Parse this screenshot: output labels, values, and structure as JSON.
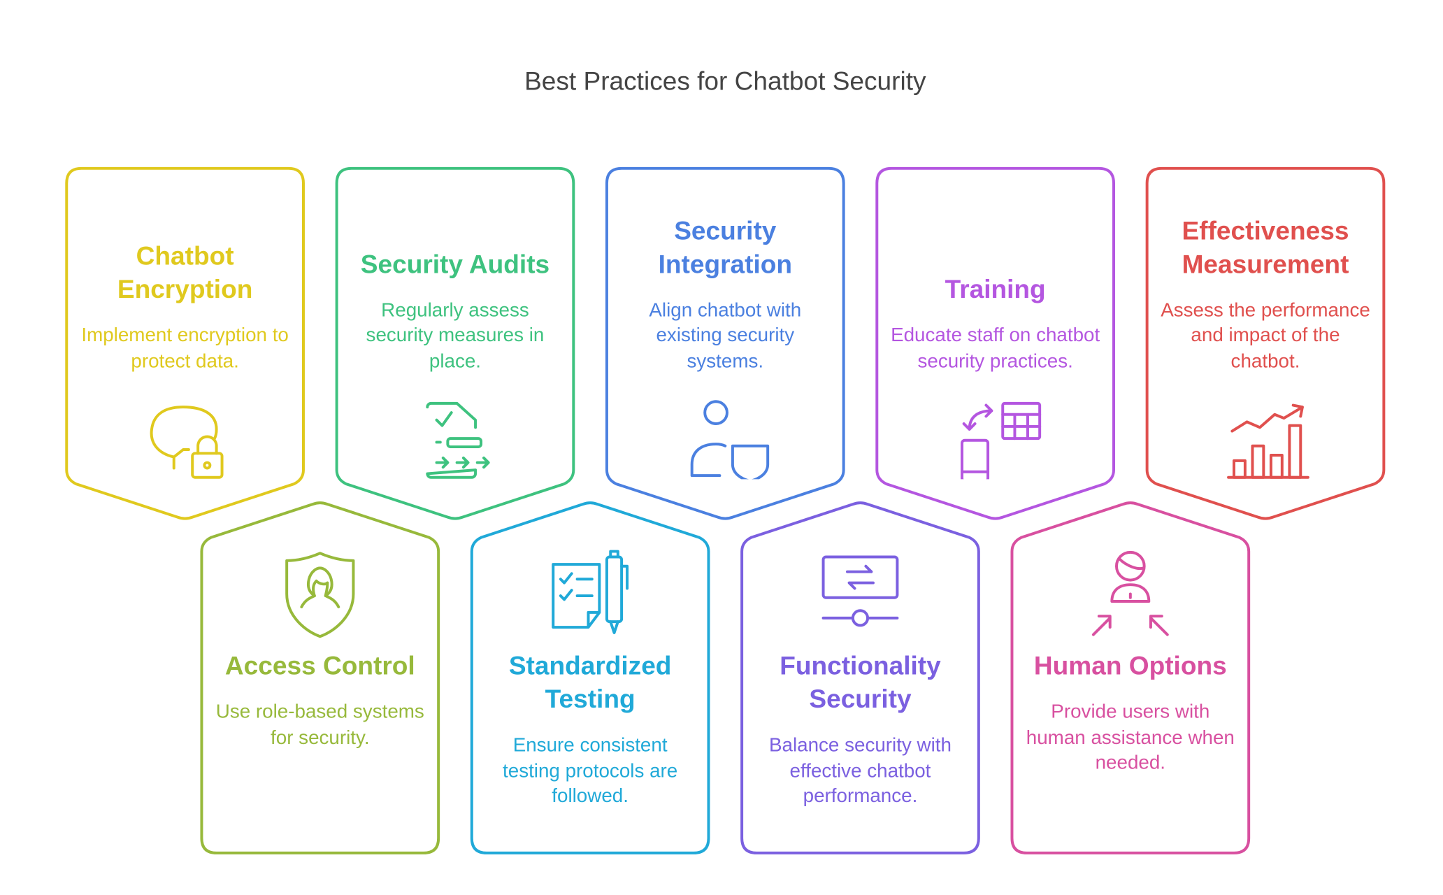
{
  "title": "Best Practices for Chatbot Security",
  "cards": [
    {
      "title": "Chatbot Encryption",
      "desc": "Implement encryption to protect data.",
      "color": "#E0C91E",
      "icon": "chat-lock-icon"
    },
    {
      "title": "Security Audits",
      "desc": "Regularly assess security measures in place.",
      "color": "#3EC27F",
      "icon": "audit-document-icon"
    },
    {
      "title": "Security Integration",
      "desc": "Align chatbot with existing security systems.",
      "color": "#4B80E0",
      "icon": "user-shield-icon"
    },
    {
      "title": "Training",
      "desc": "Educate staff on chatbot security practices.",
      "color": "#B456E0",
      "icon": "device-sync-icon"
    },
    {
      "title": "Effectiveness Measurement",
      "desc": "Assess the performance and impact of the chatbot.",
      "color": "#E0504E",
      "icon": "growth-chart-icon"
    },
    {
      "title": "Access Control",
      "desc": "Use role-based systems for security.",
      "color": "#97B93B",
      "icon": "shield-user-icon"
    },
    {
      "title": "Standardized Testing",
      "desc": "Ensure consistent testing protocols are followed.",
      "color": "#20A9D8",
      "icon": "checklist-pen-icon"
    },
    {
      "title": "Functionality Security",
      "desc": "Balance security with effective chatbot performance.",
      "color": "#7B60E0",
      "icon": "balance-slider-icon"
    },
    {
      "title": "Human Options",
      "desc": "Provide users with human assistance when needed.",
      "color": "#D850A0",
      "icon": "person-arrows-icon"
    }
  ]
}
